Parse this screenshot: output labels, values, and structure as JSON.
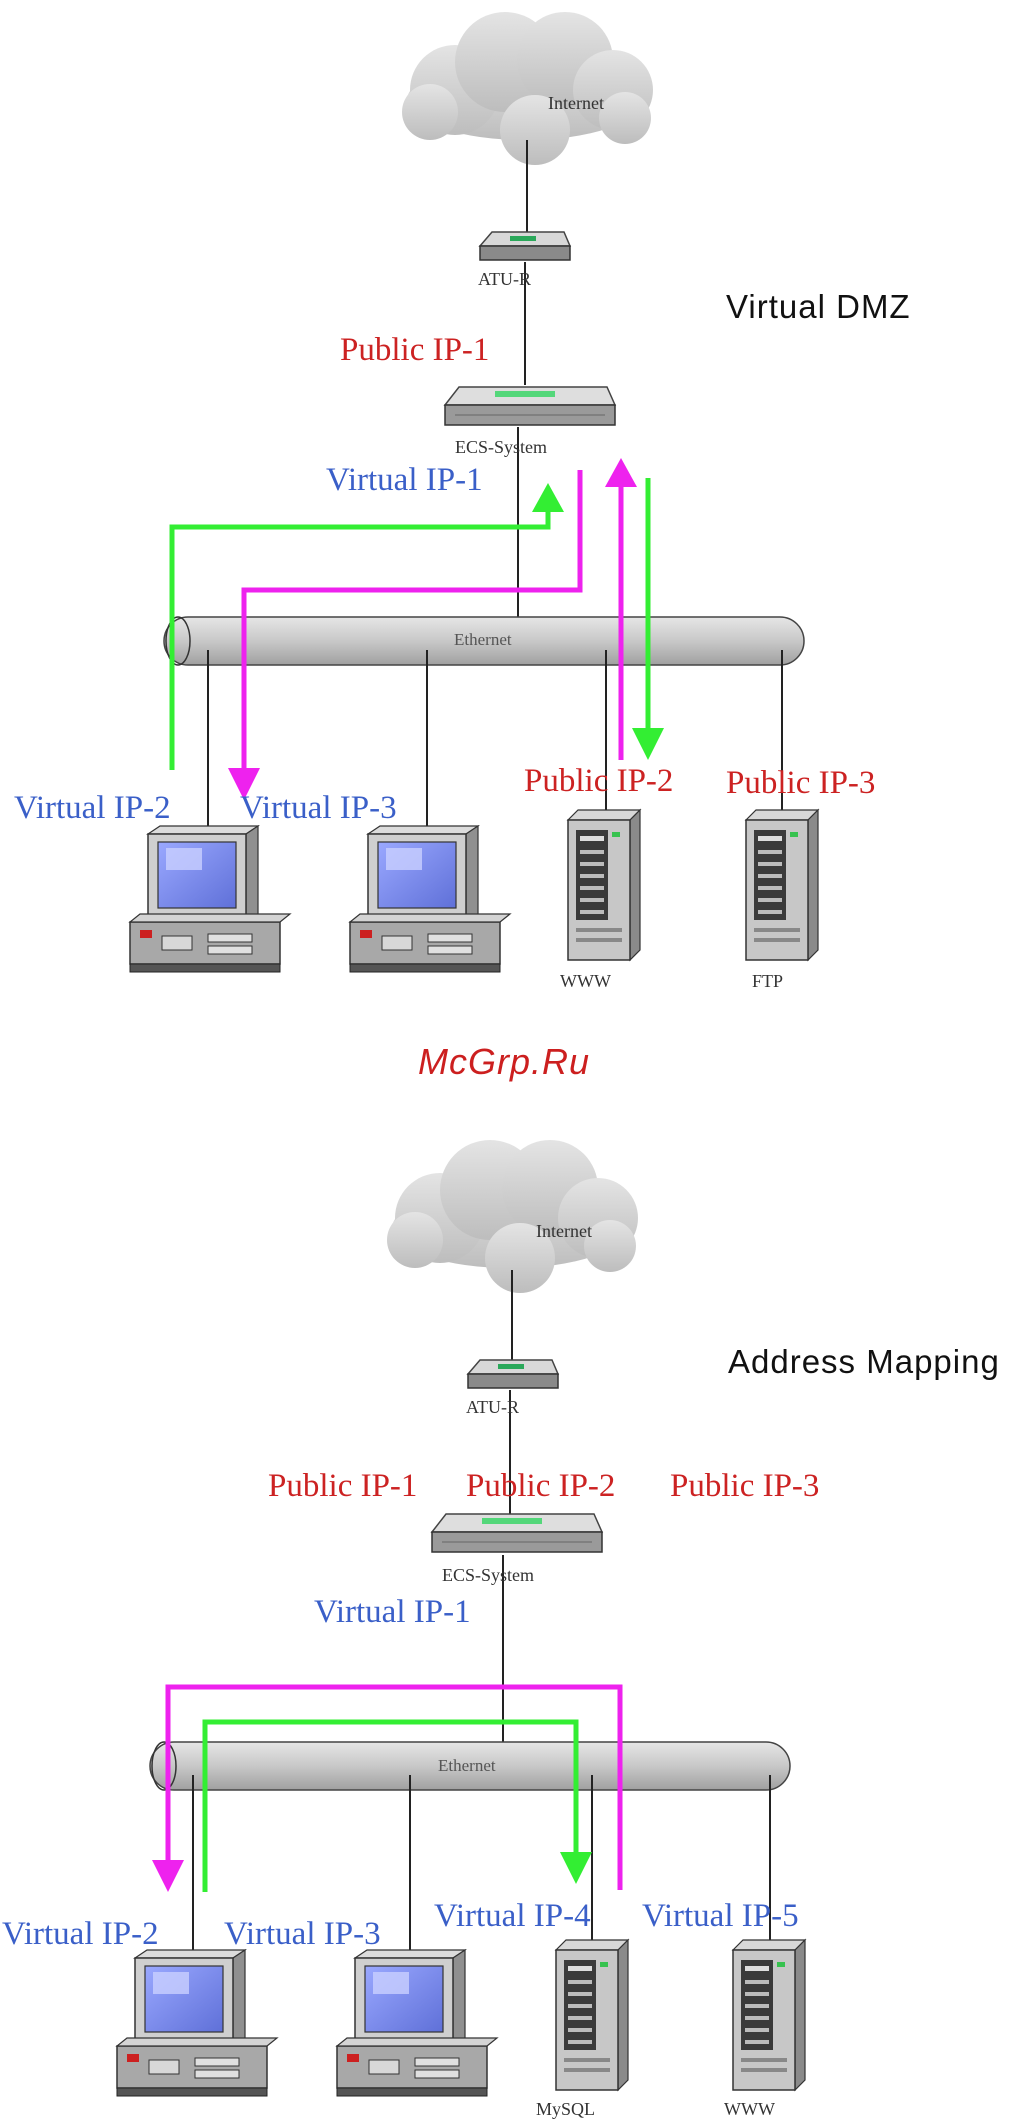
{
  "watermark": "McGrp.Ru",
  "colors": {
    "public": "#cc2222",
    "virtual": "#3a5fc8",
    "flow_green": "#33ee33",
    "flow_magenta": "#ee22ee"
  },
  "dmz": {
    "title": "Virtual DMZ",
    "internet": "Internet",
    "atu": "ATU-R",
    "ecs": "ECS-System",
    "ethernet": "Ethernet",
    "public_ip_1": "Public IP-1",
    "virtual_ip_1": "Virtual IP-1",
    "virtual_ip_2": "Virtual IP-2",
    "virtual_ip_3": "Virtual IP-3",
    "public_ip_2": "Public IP-2",
    "public_ip_3": "Public IP-3",
    "server_www": "WWW",
    "server_ftp": "FTP"
  },
  "mapping": {
    "title": "Address Mapping",
    "internet": "Internet",
    "atu": "ATU-R",
    "ecs": "ECS-System",
    "ethernet": "Ethernet",
    "public_ip_1": "Public IP-1",
    "public_ip_2": "Public IP-2",
    "public_ip_3": "Public IP-3",
    "virtual_ip_1": "Virtual IP-1",
    "virtual_ip_2": "Virtual IP-2",
    "virtual_ip_3": "Virtual IP-3",
    "virtual_ip_4": "Virtual IP-4",
    "virtual_ip_5": "Virtual IP-5",
    "server_mysql": "MySQL",
    "server_www": "WWW"
  }
}
